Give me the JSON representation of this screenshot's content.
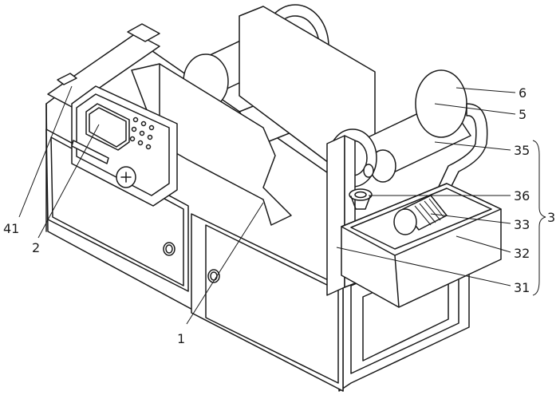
{
  "callouts": [
    {
      "id": "c6",
      "text": "6"
    },
    {
      "id": "c5",
      "text": "5"
    },
    {
      "id": "c35",
      "text": "35"
    },
    {
      "id": "c36",
      "text": "36"
    },
    {
      "id": "c33",
      "text": "33"
    },
    {
      "id": "c32",
      "text": "32"
    },
    {
      "id": "c31",
      "text": "31"
    },
    {
      "id": "c3",
      "text": "3"
    },
    {
      "id": "c41",
      "text": "41"
    },
    {
      "id": "c2",
      "text": "2"
    },
    {
      "id": "c1",
      "text": "1"
    }
  ]
}
